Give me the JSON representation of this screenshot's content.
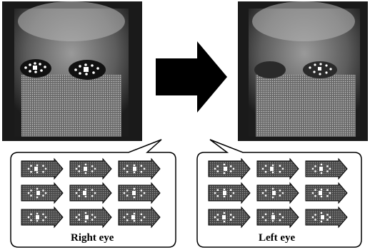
{
  "diagram": {
    "panels": [
      {
        "id": "right",
        "label": "Right eye",
        "rows": 3,
        "cols": 3
      },
      {
        "id": "left",
        "label": "Left eye",
        "rows": 3,
        "cols": 3
      }
    ],
    "face_images": [
      "before-both-eyes-marked",
      "after-eye-region-processed"
    ],
    "transition": "arrow-right"
  }
}
